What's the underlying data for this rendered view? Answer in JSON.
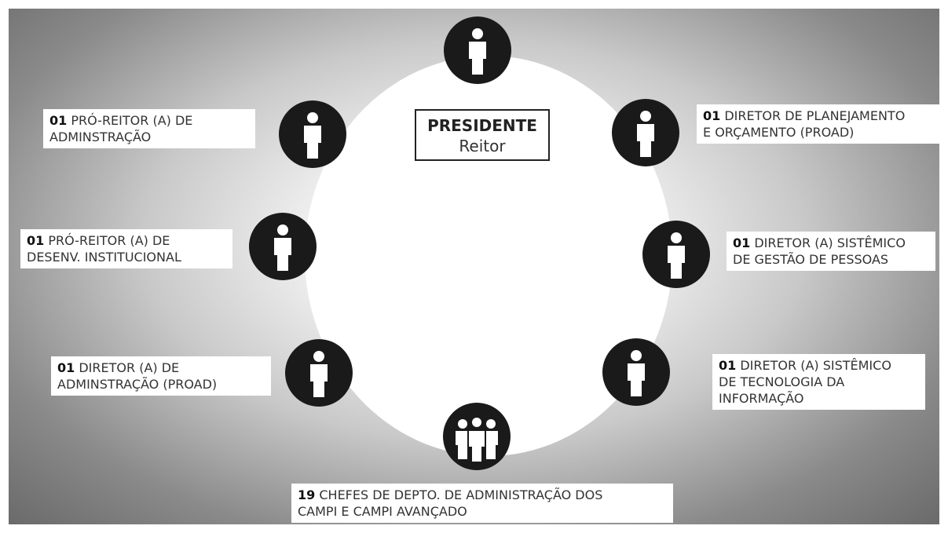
{
  "center": {
    "title": "PRESIDENTE",
    "subtitle": "Reitor"
  },
  "roles": [
    {
      "count": "01",
      "line1": "PRÓ-REITOR (A) DE",
      "line2": "ADMINSTRAÇÃO"
    },
    {
      "count": "01",
      "line1": "DIRETOR DE PLANEJAMENTO",
      "line2": "E ORÇAMENTO (PROAD)"
    },
    {
      "count": "01",
      "line1": "PRÓ-REITOR (A) DE",
      "line2": "DESENV. INSTITUCIONAL"
    },
    {
      "count": "01",
      "line1": "DIRETOR (A) SISTÊMICO",
      "line2": "DE GESTÃO DE PESSOAS"
    },
    {
      "count": "01",
      "line1": "DIRETOR (A) DE",
      "line2": "ADMINSTRAÇÃO (PROAD)"
    },
    {
      "count": "01",
      "line1": "DIRETOR (A) SISTÊMICO",
      "line2": "DE TECNOLOGIA DA",
      "line3": "INFORMAÇÃO"
    },
    {
      "count": "19",
      "line1": "CHEFES DE DEPTO. DE ADMINISTRAÇÃO DOS",
      "line2": "CAMPI E CAMPI AVANÇADO"
    }
  ],
  "icons": {
    "person": "person-icon",
    "group": "group-icon"
  }
}
